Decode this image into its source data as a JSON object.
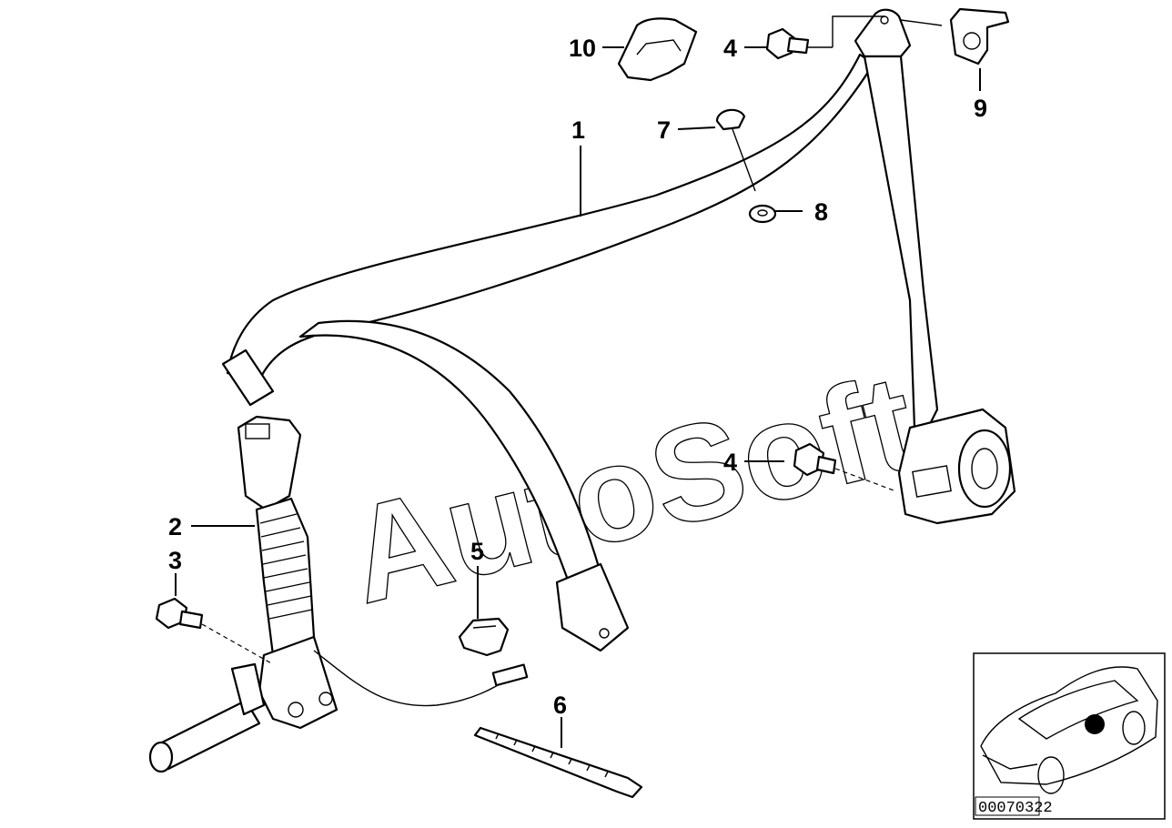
{
  "watermark": "AutoSoft",
  "diagram_number": "00070322",
  "callouts": {
    "c1": "1",
    "c2": "2",
    "c3": "3",
    "c4a": "4",
    "c4b": "4",
    "c5": "5",
    "c6": "6",
    "c7": "7",
    "c8": "8",
    "c9": "9",
    "c10": "10"
  }
}
